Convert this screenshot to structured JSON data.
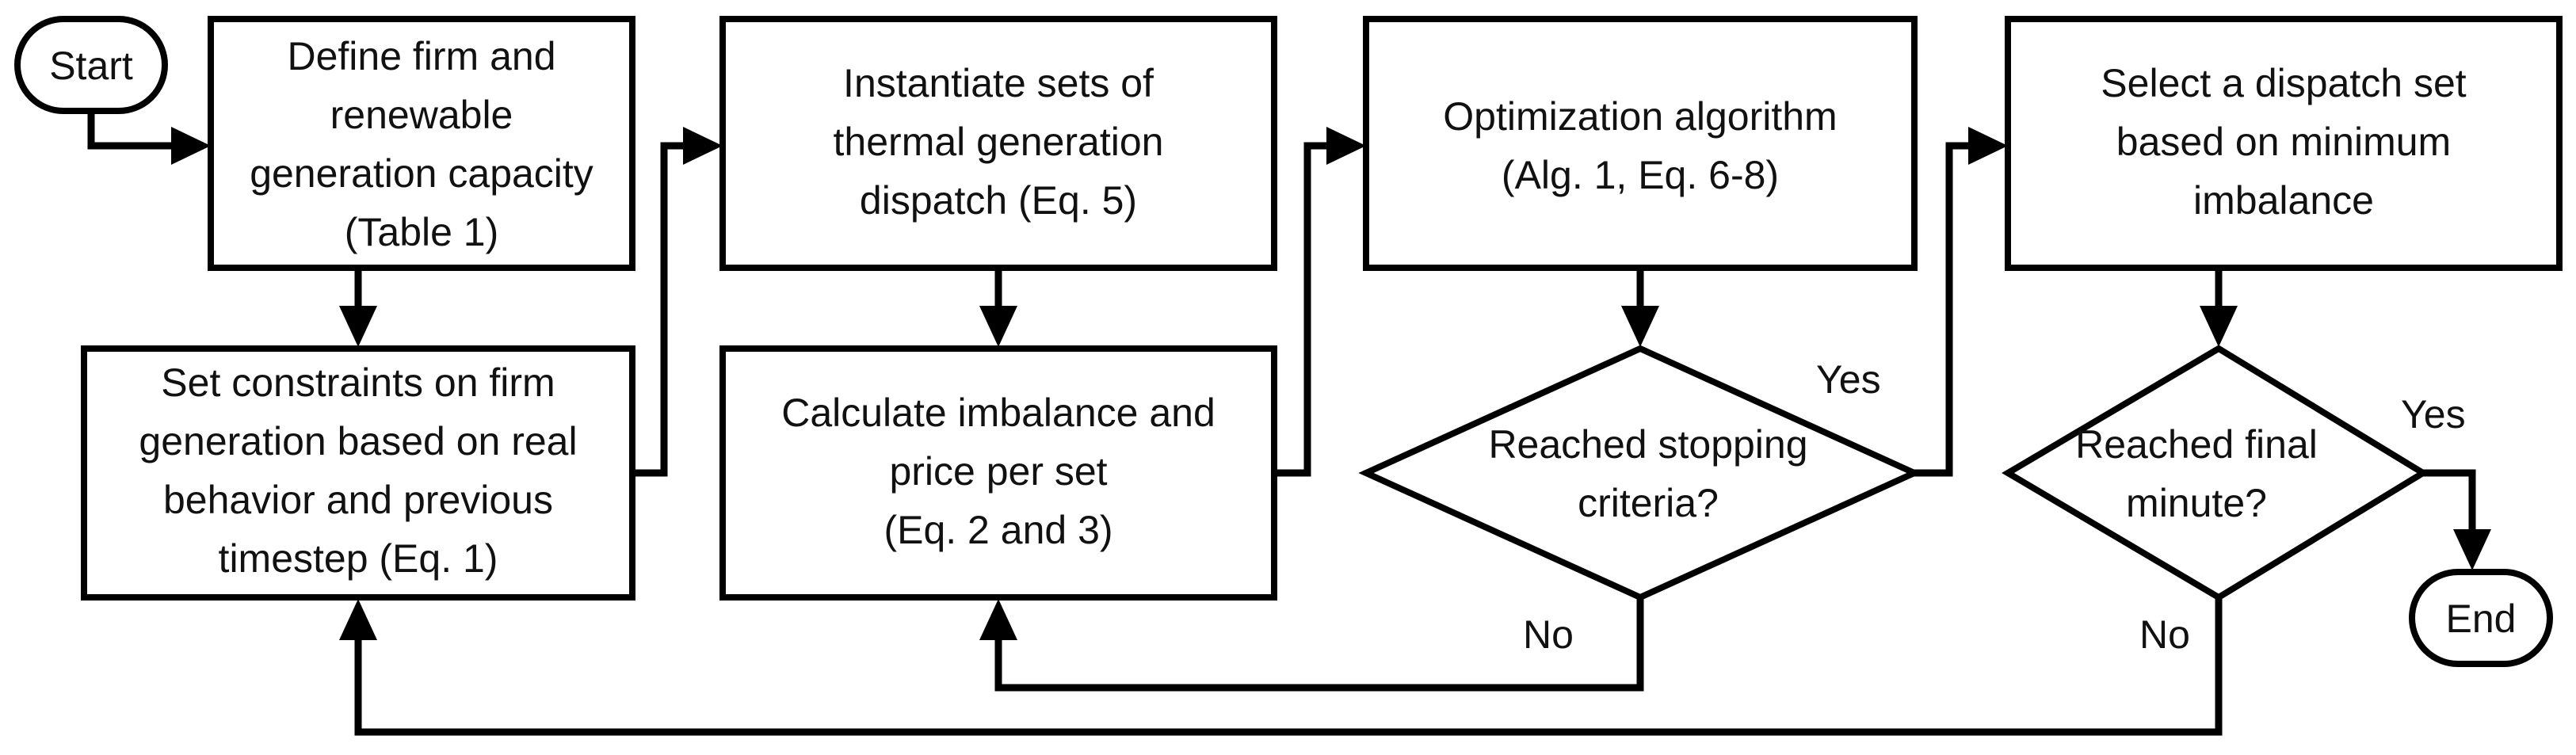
{
  "nodes": {
    "start": {
      "label": "Start"
    },
    "end": {
      "label": "End"
    },
    "define_capacity": {
      "lines": [
        "Define firm and",
        "renewable",
        "generation capacity",
        "(Table 1)"
      ]
    },
    "set_constraints": {
      "lines": [
        "Set constraints on firm",
        "generation based on real",
        "behavior and previous",
        "timestep (Eq. 1)"
      ]
    },
    "instantiate_sets": {
      "lines": [
        "Instantiate sets of",
        "thermal generation",
        "dispatch (Eq. 5)"
      ]
    },
    "calculate_imbalance": {
      "lines": [
        "Calculate imbalance and",
        "price per set",
        "(Eq. 2 and 3)"
      ]
    },
    "optimization": {
      "lines": [
        "Optimization algorithm",
        "(Alg. 1, Eq. 6-8)"
      ]
    },
    "stopping_criteria": {
      "lines": [
        "Reached stopping",
        "criteria?"
      ]
    },
    "select_dispatch": {
      "lines": [
        "Select a dispatch set",
        "based on minimum",
        "imbalance"
      ]
    },
    "final_minute": {
      "lines": [
        "Reached final",
        "minute?"
      ]
    }
  },
  "edge_labels": {
    "stopping_yes": "Yes",
    "stopping_no": "No",
    "final_yes": "Yes",
    "final_no": "No"
  }
}
